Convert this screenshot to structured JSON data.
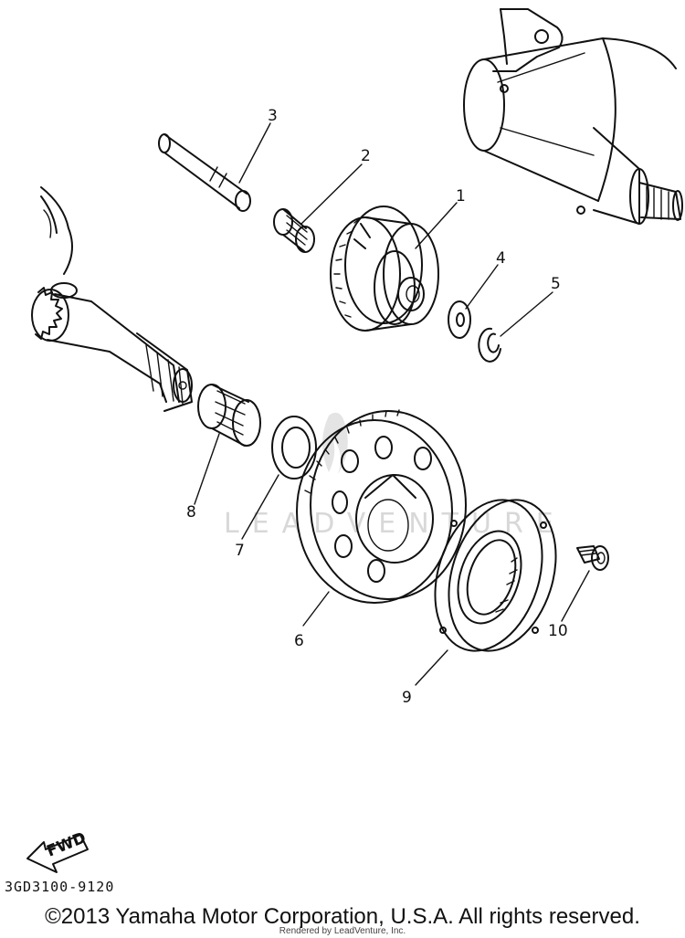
{
  "diagram": {
    "callouts": {
      "p1": "1",
      "p2": "2",
      "p3": "3",
      "p4": "4",
      "p5": "5",
      "p6": "6",
      "p7": "7",
      "p8": "8",
      "p9": "9",
      "p10": "10"
    },
    "fwd_label": "FWD",
    "drawing_code": "3GD3100-9120",
    "watermark": "LEADVENTURE"
  },
  "footer": {
    "copyright": "©2013 Yamaha Motor Corporation, U.S.A. All rights reserved.",
    "rendered_by": "Rendered by LeadVenture, Inc."
  }
}
